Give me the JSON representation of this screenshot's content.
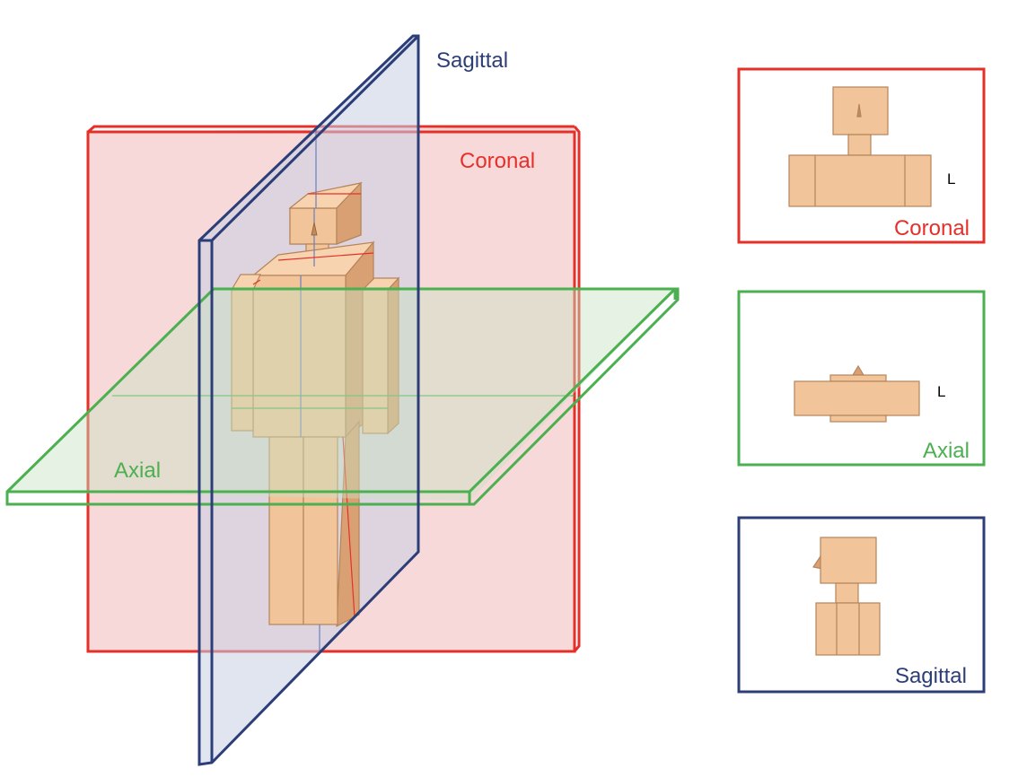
{
  "labels": {
    "sagittal": "Sagittal",
    "coronal": "Coronal",
    "axial": "Axial",
    "left_marker": "L"
  },
  "panels": [
    {
      "id": "coronal",
      "title": "Coronal",
      "marker": "L"
    },
    {
      "id": "axial",
      "title": "Axial",
      "marker": "L"
    },
    {
      "id": "sagittal",
      "title": "Sagittal"
    }
  ],
  "colors": {
    "coronal": "#e5302a",
    "axial": "#4caf50",
    "sagittal": "#2c3e78",
    "body_fill": "#f2c49a",
    "body_edge": "#b5845a"
  }
}
